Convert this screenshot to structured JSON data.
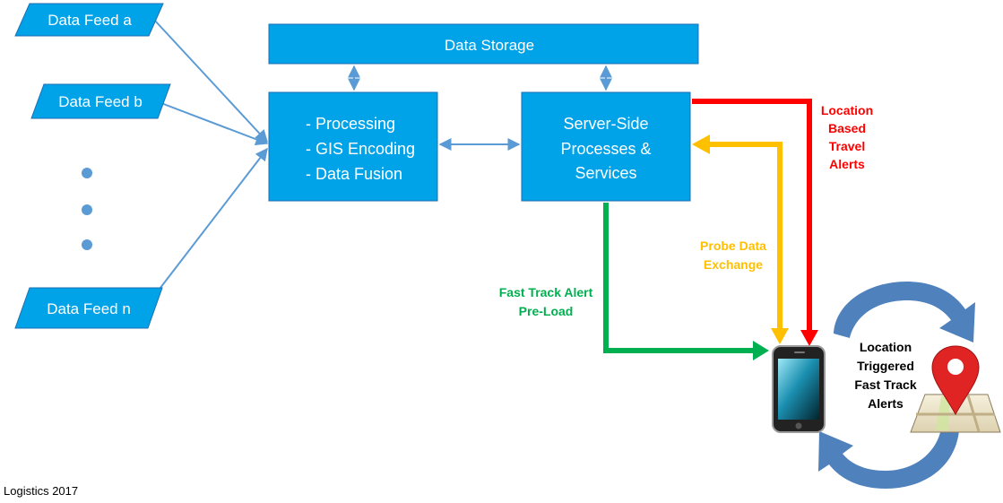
{
  "data_feeds": [
    "Data Feed a",
    "Data Feed b",
    "Data Feed n"
  ],
  "storage": {
    "label": "Data Storage"
  },
  "processing": {
    "lines": [
      "- Processing",
      "- GIS Encoding",
      "- Data Fusion"
    ]
  },
  "server": {
    "lines": [
      "Server-Side",
      "Processes &",
      "Services"
    ]
  },
  "flows": {
    "location_alerts": {
      "lines": [
        "Location",
        "Based",
        "Travel",
        "Alerts"
      ],
      "color": "#ff0000"
    },
    "probe_exchange": {
      "lines": [
        "Probe Data",
        "Exchange"
      ],
      "color": "#ffc000"
    },
    "fast_track_preload": {
      "lines": [
        "Fast Track Alert",
        "Pre-Load"
      ],
      "color": "#00b050"
    }
  },
  "cycle": {
    "lines": [
      "Location",
      "Triggered",
      "Fast Track",
      "Alerts"
    ]
  },
  "footer": "Logistics 2017",
  "colors": {
    "box_fill": "#00a2e8",
    "box_stroke": "#1f6fb2",
    "connector": "#5b9bd5",
    "cycle_arrow": "#4f81bd",
    "map_pin": "#e02424"
  },
  "icons": [
    "mobile-phone-icon",
    "map-pin-icon",
    "map-icon",
    "cycle-arrow-icon"
  ]
}
